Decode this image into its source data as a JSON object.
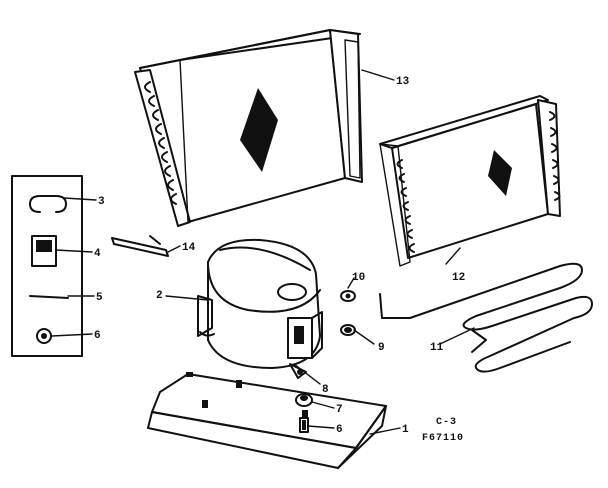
{
  "labels": {
    "p1": "1",
    "p2": "2",
    "p3": "3",
    "p4": "4",
    "p5": "5",
    "p6": "6",
    "p6b": "6",
    "p7": "7",
    "p8": "8",
    "p9": "9",
    "p10": "10",
    "p11": "11",
    "p12": "12",
    "p13": "13",
    "p14": "14"
  },
  "codes": {
    "section": "C-3",
    "drawing": "F67110"
  },
  "colors": {
    "ink": "#111111",
    "paper": "#ffffff"
  }
}
